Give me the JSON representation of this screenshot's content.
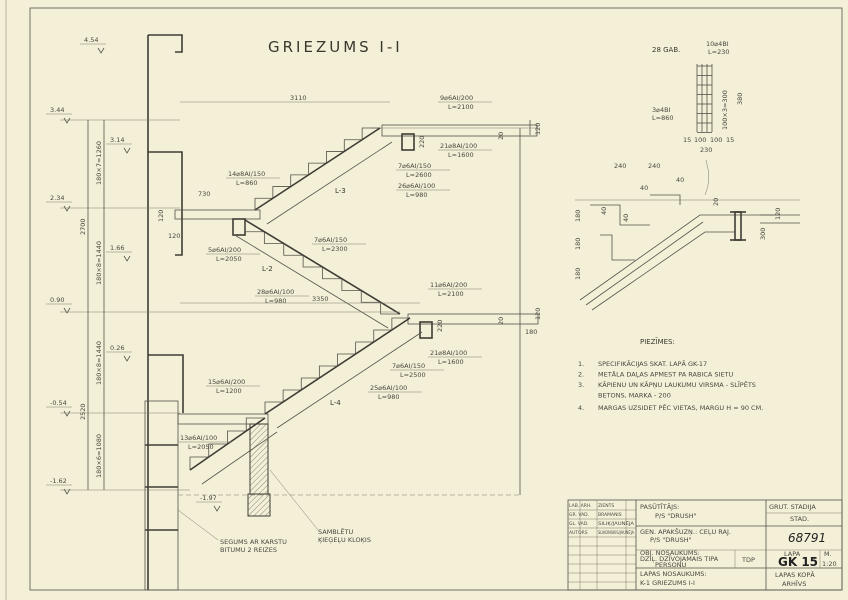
{
  "title": "GRIEZUMS I-I",
  "levels": [
    "4.54",
    "3.44",
    "3.14",
    "2.34",
    "1.66",
    "0.90",
    "0.26",
    "-0.54",
    "-1.62",
    "-1.97"
  ],
  "dims": {
    "d1260": "180×7=1260",
    "d2700": "2700",
    "d1440a": "180×8=1440",
    "d1440b": "180×8=1440",
    "d2520": "2520",
    "d1080": "180×6=1080",
    "d3110": "3110",
    "d3350": "3350",
    "d730": "730",
    "d120a": "120",
    "d120b": "120",
    "d120c": "120",
    "d120d": "120",
    "d20a": "20",
    "d20b": "20",
    "d180": "180",
    "d220a": "220",
    "d220b": "220"
  },
  "rebar": [
    {
      "spec": "9⌀6AI/200",
      "len": "L=2100"
    },
    {
      "spec": "21⌀8AI/100",
      "len": "L=1600"
    },
    {
      "spec": "7⌀6AI/150",
      "len": "L=2600"
    },
    {
      "spec": "26⌀6AI/100",
      "len": "L=980"
    },
    {
      "spec": "14⌀8AI/150",
      "len": "L=860"
    },
    {
      "spec": "5⌀6AI/200",
      "len": "L=2050"
    },
    {
      "spec": "7⌀6AI/150",
      "len": "L=2300"
    },
    {
      "spec": "28⌀6AI/100",
      "len": "L=980"
    },
    {
      "spec": "11⌀6AI/200",
      "len": "L=2100"
    },
    {
      "spec": "21⌀8AI/100",
      "len": "L=1600"
    },
    {
      "spec": "7⌀6AI/150",
      "len": "L=2500"
    },
    {
      "spec": "25⌀6AI/100",
      "len": "L=980"
    },
    {
      "spec": "15⌀6AI/200",
      "len": "L=1200"
    },
    {
      "spec": "13⌀6AI/100",
      "len": "L=2050"
    }
  ],
  "flights": [
    "L-3",
    "L-2",
    "L-4"
  ],
  "callouts": {
    "waterproof_line1": "SEGUMS AR KARSTU",
    "waterproof_line2": "BITUMU 2 REIZES",
    "fill_line1": "SAMBLĒTU",
    "fill_line2": "ĶIEĢEĻU KLOĶIS"
  },
  "detail": {
    "count": "28 GAB.",
    "top_bar": {
      "spec": "10⌀4BI",
      "len": "L=230"
    },
    "side_bar": {
      "spec": "3⌀4BI",
      "len": "L=860"
    },
    "dims": [
      "100×3=300",
      "380",
      "15",
      "100",
      "100",
      "15",
      "230",
      "240",
      "240",
      "40",
      "40",
      "40",
      "40",
      "180",
      "180",
      "180",
      "300",
      "120",
      "20"
    ]
  },
  "notes": {
    "heading": "PIEZĪMES:",
    "items": [
      {
        "num": "1.",
        "text": "SPECIFIKĀCIJAS SKAT. LAPĀ GK-17"
      },
      {
        "num": "2.",
        "text": "METĀLA DAĻAS APMEST PA RABICA SIETU"
      },
      {
        "num": "3.",
        "text": "KĀPIENU UN KĀPŅU LAUKUMU VIRSMA - SLĪPĒTS"
      },
      {
        "num": "",
        "text": "BETONS, MARKA - 200"
      },
      {
        "num": "4.",
        "text": "MARGAS UZSIDET PĒC VIETAS, MARGU H = 90 CM."
      }
    ]
  },
  "title_block": {
    "signatures": [
      {
        "role": "LAB. ARH.",
        "name": "ZIENTS"
      },
      {
        "role": "GR. VAD.",
        "name": "BRAMANIS"
      },
      {
        "role": "GL. VAD.",
        "name": "SILIĶ/JAUNĒJA"
      },
      {
        "role": "AUTORS",
        "name": "SLIKONSKIS/JAUNĒJA"
      }
    ],
    "customer_label": "PASŪTĪTĀJS:",
    "customer": "P/S \"DRUSH\"",
    "stage_label": "GRUT. STADIJA",
    "stage": "STAD.",
    "org_label": "GEN. APAKŠUZŅ.: CEĻU RAJ.",
    "org": "P/S \"DRUSH\"",
    "object_label": "OBJ. NOSAUKUMS:",
    "object_line1": "DZIĻ. DZĪVOJAMAIS TIPA",
    "object_line2": "PERSONU",
    "project_no": "68791",
    "sheet_label": "LAPA",
    "sheet_no": "GK 15",
    "scale_label": "M.",
    "scale": "1:20",
    "phase": "TDP",
    "sheet_name_label": "LAPAS NOSAUKUMS:",
    "sheet_name": "K-1 GRIEZUMS I-I",
    "sheet_count_label": "LAPAS KOPĀ",
    "archive": "ARHĪVS"
  }
}
